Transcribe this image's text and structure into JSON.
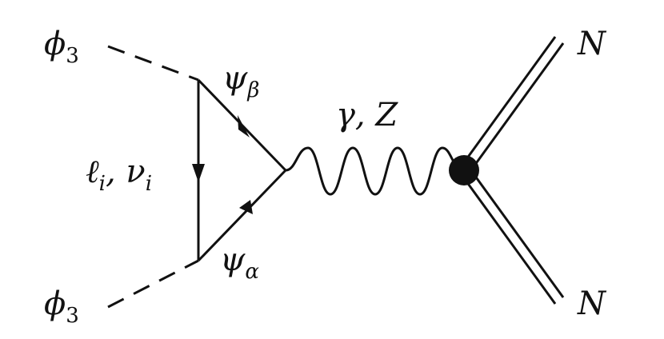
{
  "labels": {
    "phi_top": "ϕ",
    "phi_top_sub": "3",
    "phi_bottom": "ϕ",
    "phi_bottom_sub": "3",
    "psi_beta": "ψ",
    "psi_beta_sub": "β",
    "psi_alpha": "ψ",
    "psi_alpha_sub": "α",
    "loop": "ℓ",
    "loop_sub1": "i",
    "loop_sep": ", ν",
    "loop_sub2": "i",
    "boson": "γ, Z",
    "n_top": "N",
    "n_bottom": "N"
  },
  "colors": {
    "line": "#111111",
    "background": "#ffffff"
  }
}
